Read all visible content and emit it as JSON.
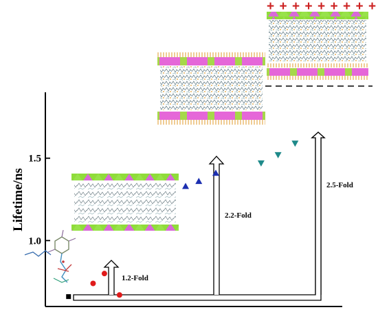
{
  "chart_data": {
    "type": "scatter",
    "title": "",
    "xlabel": "",
    "ylabel": "Lifetime/ns",
    "ylim": [
      0.6,
      1.9
    ],
    "yticks": [
      1.0,
      1.5
    ],
    "ytick_labels": [
      "1.0",
      "1.5"
    ],
    "xlim": [
      0,
      15
    ],
    "grid": false,
    "series": [
      {
        "marker": "square",
        "color": "#000000",
        "points": [
          {
            "x": 0.5,
            "y": 0.66
          }
        ]
      },
      {
        "marker": "circle",
        "color": "#e01b1b",
        "points": [
          {
            "x": 1.8,
            "y": 0.74
          },
          {
            "x": 2.4,
            "y": 0.8
          },
          {
            "x": 3.2,
            "y": 0.67
          }
        ]
      },
      {
        "marker": "triangle-up",
        "color": "#1c2fb0",
        "points": [
          {
            "x": 6.7,
            "y": 1.33
          },
          {
            "x": 7.4,
            "y": 1.36
          },
          {
            "x": 8.3,
            "y": 1.41
          }
        ]
      },
      {
        "marker": "triangle-down",
        "color": "#1f8a8a",
        "points": [
          {
            "x": 10.7,
            "y": 1.47
          },
          {
            "x": 11.6,
            "y": 1.52
          },
          {
            "x": 12.5,
            "y": 1.59
          }
        ]
      }
    ],
    "annotations": [
      "1.2-Fold",
      "2.2-Fold",
      "2.5-Fold"
    ]
  }
}
